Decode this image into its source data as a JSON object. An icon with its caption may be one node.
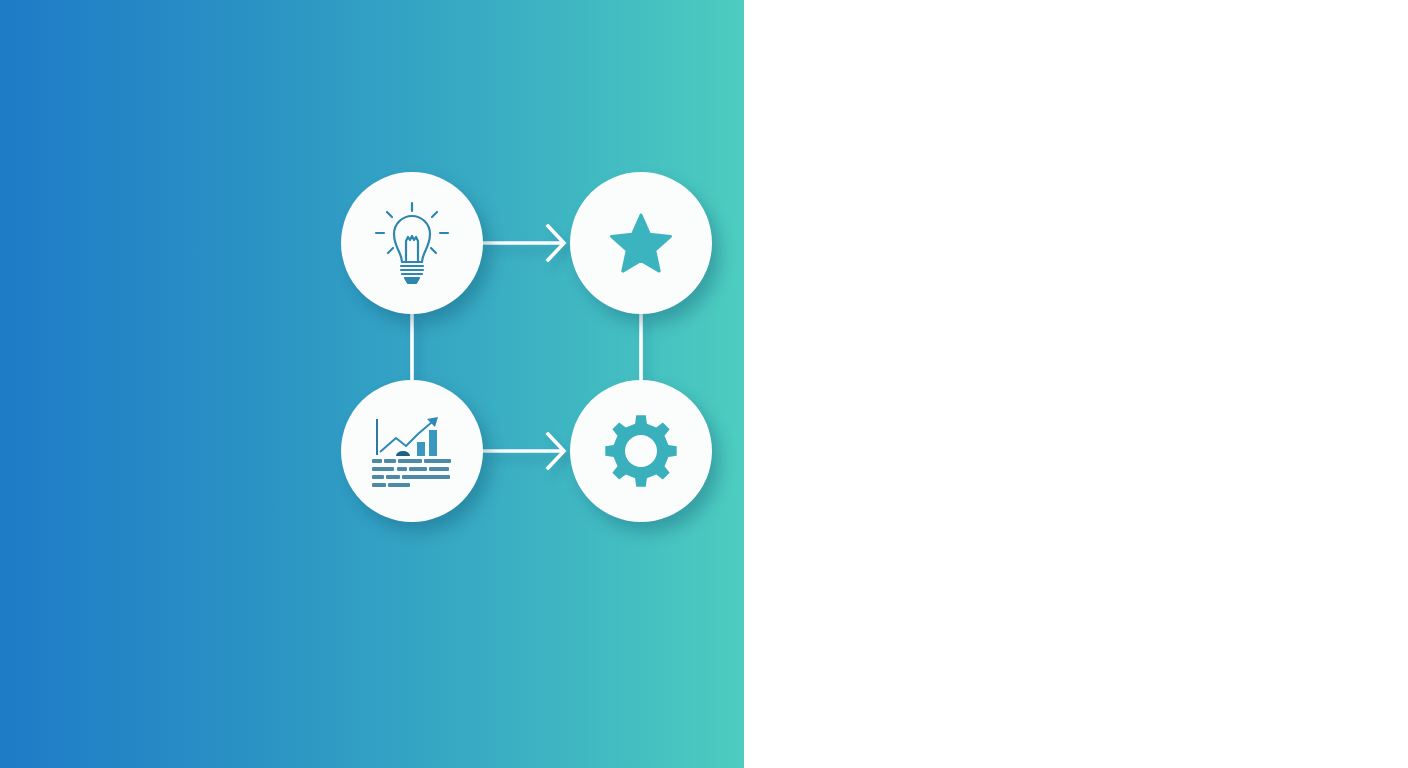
{
  "diagram": {
    "nodes": [
      {
        "text": [],
        "shape": "circle"
      },
      {
        "text": [],
        "shape": "circle"
      },
      {
        "text": [],
        "shape": "circle"
      },
      {
        "text": [],
        "shape": "circle"
      }
    ],
    "edges": [
      {
        "from": 0,
        "to": 1,
        "arrow": "to"
      },
      {
        "from": 0,
        "to": 2,
        "arrow": "none"
      },
      {
        "from": 1,
        "to": 3,
        "arrow": "none"
      },
      {
        "from": 2,
        "to": 3,
        "arrow": "to"
      }
    ]
  }
}
